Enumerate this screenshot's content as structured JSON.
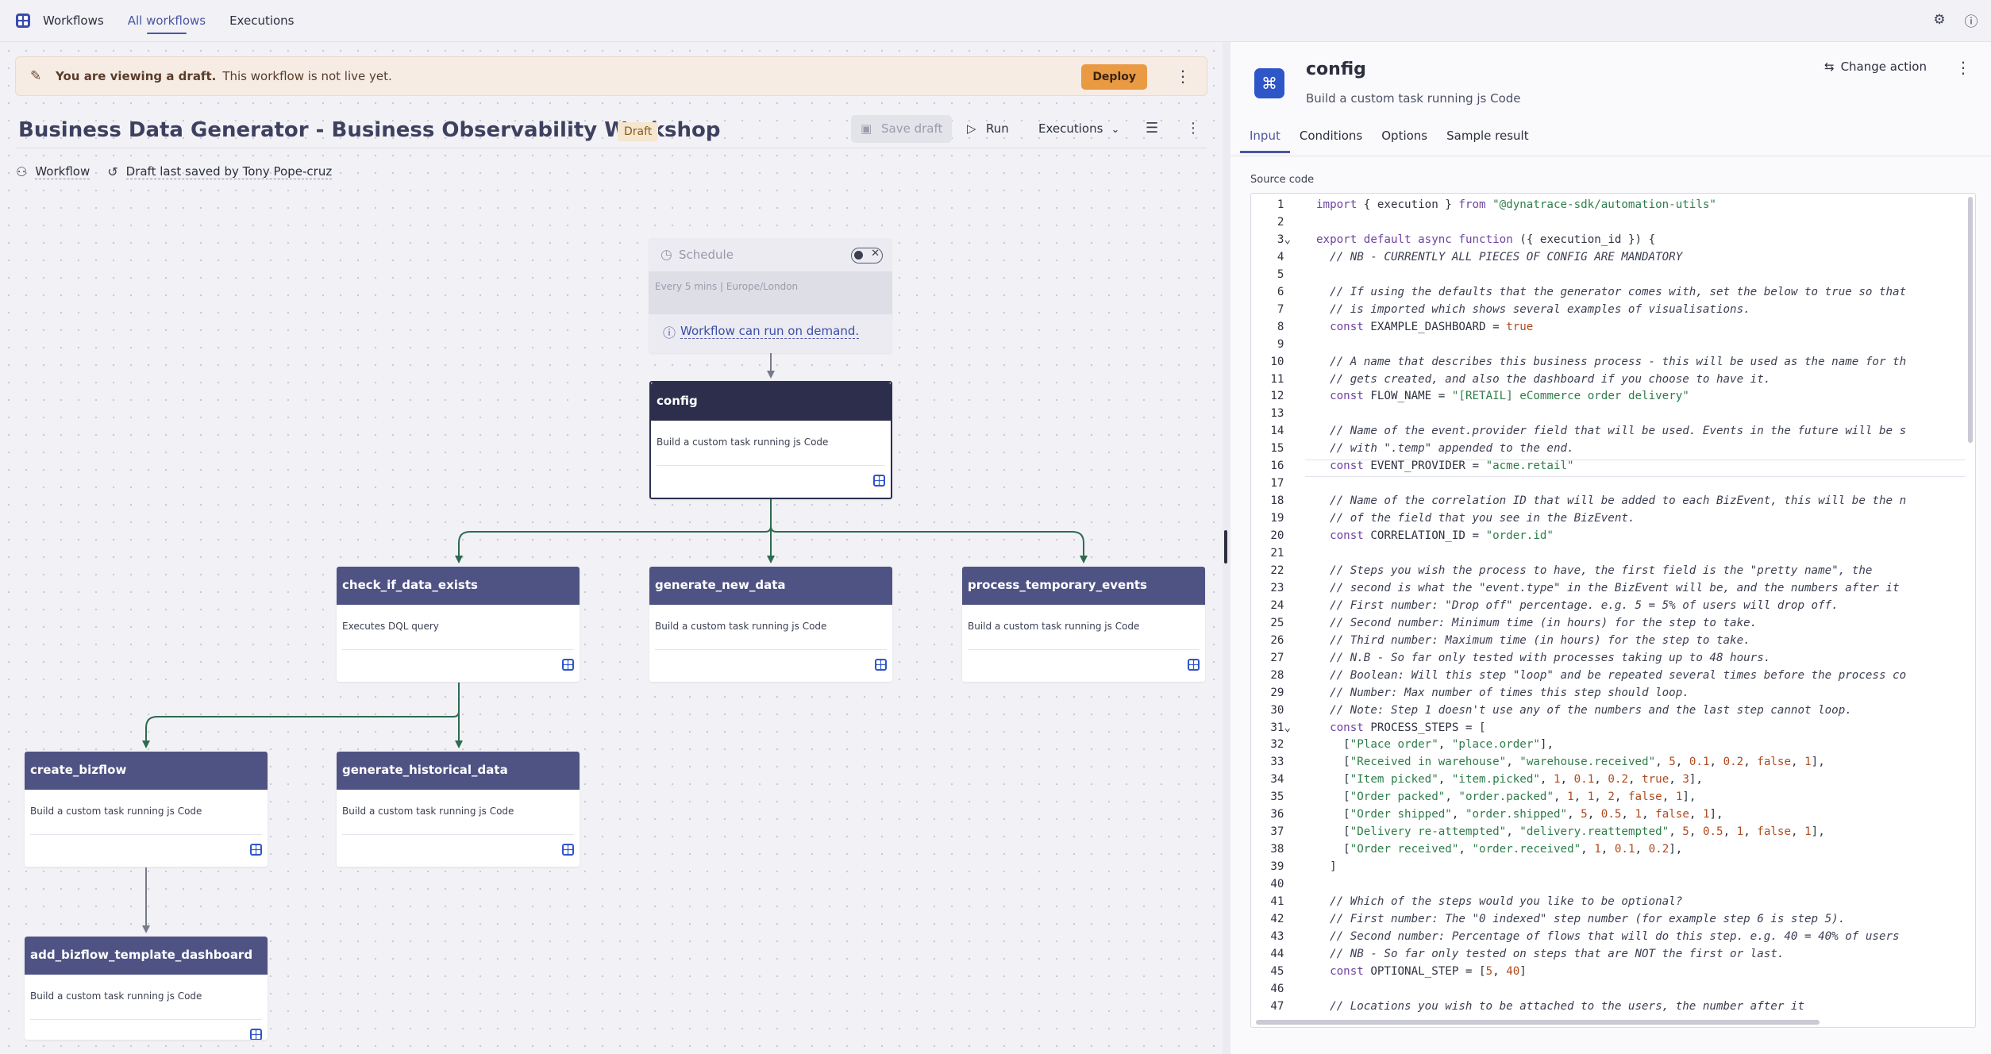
{
  "nav": {
    "app_name": "Workflows",
    "items": [
      "All workflows",
      "Executions"
    ],
    "icons": [
      "gear-icon",
      "help-icon"
    ]
  },
  "banner": {
    "bold": "You are viewing a draft.",
    "text": "This workflow is not live yet.",
    "deploy": "Deploy"
  },
  "toolbar": {
    "title": "Business Data Generator - Business Observability Workshop",
    "badge": "Draft",
    "save_draft": "Save draft",
    "run": "Run",
    "executions": "Executions"
  },
  "subbar": {
    "workflow": "Workflow",
    "last_saved": "Draft last saved by Tony Pope-cruz"
  },
  "trigger": {
    "title": "Schedule",
    "meta": "Every 5 mins | Europe/London",
    "footer": "Workflow can run on demand."
  },
  "nodes": [
    {
      "name": "config",
      "desc": "Build a custom task running js Code"
    },
    {
      "name": "check_if_data_exists",
      "desc": "Executes DQL query"
    },
    {
      "name": "generate_new_data",
      "desc": "Build a custom task running js Code"
    },
    {
      "name": "process_temporary_events",
      "desc": "Build a custom task running js Code"
    },
    {
      "name": "create_bizflow",
      "desc": "Build a custom task running js Code"
    },
    {
      "name": "generate_historical_data",
      "desc": "Build a custom task running js Code"
    },
    {
      "name": "add_bizflow_template_dashboard",
      "desc": "Build a custom task running js Code"
    }
  ],
  "panel": {
    "title": "config",
    "subtitle": "Build a custom task running js Code",
    "change_action": "Change action",
    "tabs": [
      "Input",
      "Conditions",
      "Options",
      "Sample result"
    ],
    "source_label": "Source code",
    "current_line": 16
  },
  "code_lines": [
    "import { execution } from \"@dynatrace-sdk/automation-utils\"",
    "",
    "export default async function ({ execution_id }) {",
    "  // NB - CURRENTLY ALL PIECES OF CONFIG ARE MANDATORY",
    "",
    "  // If using the defaults that the generator comes with, set the below to true so that",
    "  // is imported which shows several examples of visualisations.",
    "  const EXAMPLE_DASHBOARD = true",
    "",
    "  // A name that describes this business process - this will be used as the name for th",
    "  // gets created, and also the dashboard if you choose to have it.",
    "  const FLOW_NAME = \"[RETAIL] eCommerce order delivery\"",
    "",
    "  // Name of the event.provider field that will be used. Events in the future will be s",
    "  // with \".temp\" appended to the end.",
    "  const EVENT_PROVIDER = \"acme.retail\"",
    "",
    "  // Name of the correlation ID that will be added to each BizEvent, this will be the n",
    "  // of the field that you see in the BizEvent.",
    "  const CORRELATION_ID = \"order.id\"",
    "",
    "  // Steps you wish the process to have, the first field is the \"pretty name\", the",
    "  // second is what the \"event.type\" in the BizEvent will be, and the numbers after it",
    "  // First number: \"Drop off\" percentage. e.g. 5 = 5% of users will drop off.",
    "  // Second number: Minimum time (in hours) for the step to take.",
    "  // Third number: Maximum time (in hours) for the step to take.",
    "  // N.B - So far only tested with processes taking up to 48 hours.",
    "  // Boolean: Will this step \"loop\" and be repeated several times before the process co",
    "  // Number: Max number of times this step should loop.",
    "  // Note: Step 1 doesn't use any of the numbers and the last step cannot loop.",
    "  const PROCESS_STEPS = [",
    "    [\"Place order\", \"place.order\"],",
    "    [\"Received in warehouse\", \"warehouse.received\", 5, 0.1, 0.2, false, 1],",
    "    [\"Item picked\", \"item.picked\", 1, 0.1, 0.2, true, 3],",
    "    [\"Order packed\", \"order.packed\", 1, 1, 2, false, 1],",
    "    [\"Order shipped\", \"order.shipped\", 5, 0.5, 1, false, 1],",
    "    [\"Delivery re-attempted\", \"delivery.reattempted\", 5, 0.5, 1, false, 1],",
    "    [\"Order received\", \"order.received\", 1, 0.1, 0.2],",
    "  ]",
    "",
    "  // Which of the steps would you like to be optional?",
    "  // First number: The \"0 indexed\" step number (for example step 6 is step 5).",
    "  // Second number: Percentage of flows that will do this step. e.g. 40 = 40% of users",
    "  // NB - So far only tested on steps that are NOT the first or last.",
    "  const OPTIONAL_STEP = [5, 40]",
    "",
    "  // Locations you wish to be attached to the users, the number after it"
  ]
}
